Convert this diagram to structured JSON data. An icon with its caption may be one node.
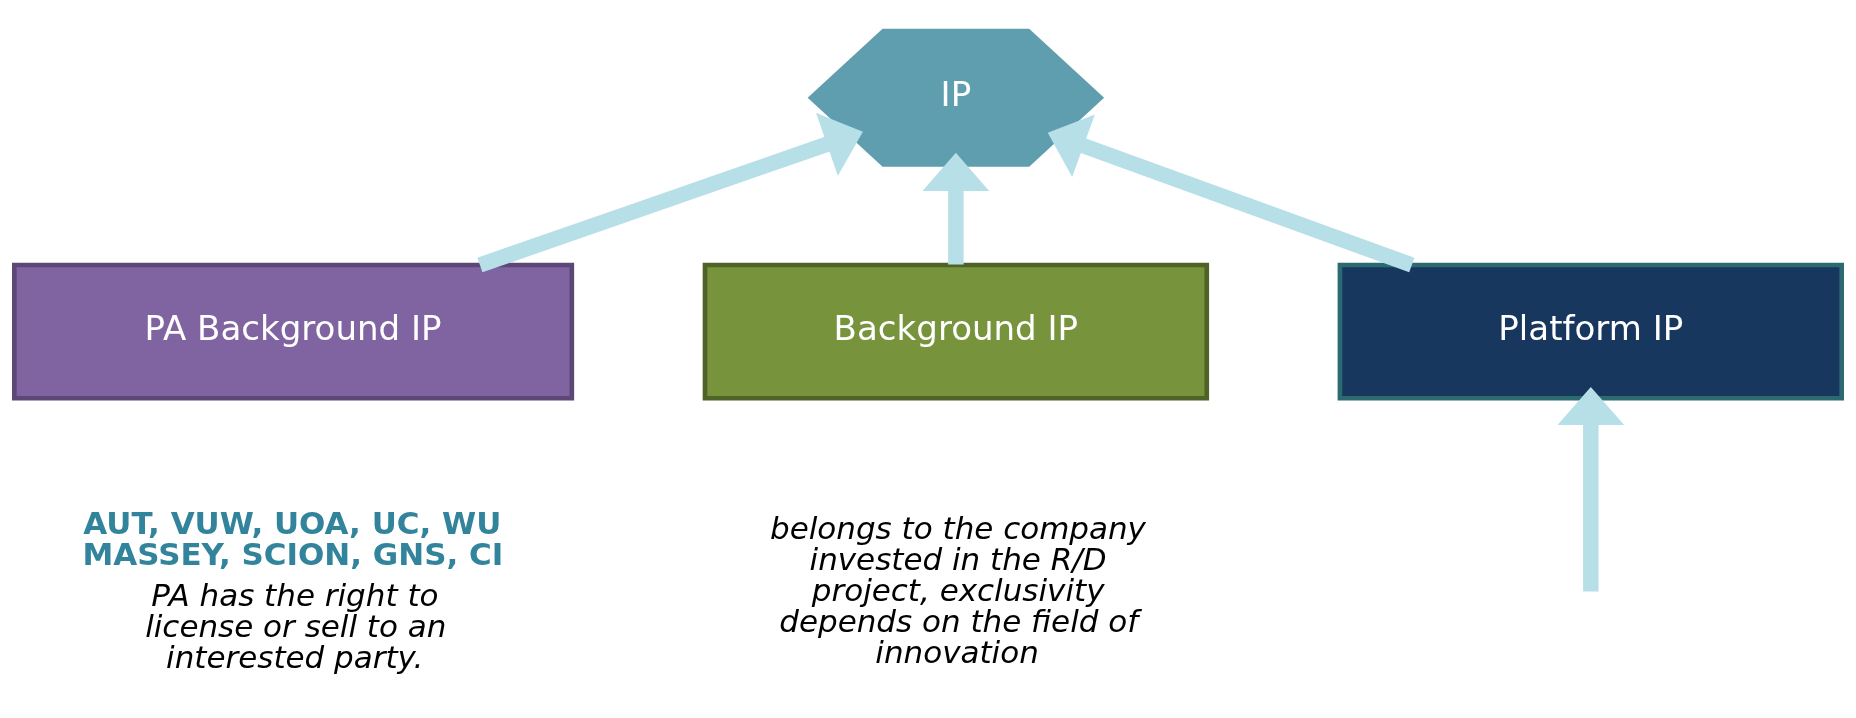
{
  "diagram": {
    "nodes": [
      {
        "text": [
          "IP"
        ]
      },
      {
        "text": [
          "PA Background IP"
        ],
        "beside": [
          "AUT, VUW, UOA, UC, WU MASSEY, SCION, GNS, CI",
          "PA has the right to license or sell to an interested party."
        ]
      },
      {
        "text": [
          "Background IP"
        ],
        "beside": [
          "belongs to the company invested in the R/D project, exclusivity depends on the field of innovation"
        ]
      },
      {
        "text": [
          "Platform IP"
        ]
      }
    ],
    "edges": [
      {
        "from": 1,
        "to": 0,
        "arrow": "to"
      },
      {
        "from": 2,
        "to": 0,
        "arrow": "to"
      },
      {
        "from": 3,
        "to": 0,
        "arrow": "to"
      },
      {
        "from": null,
        "to": 3,
        "arrow": "to"
      }
    ]
  }
}
